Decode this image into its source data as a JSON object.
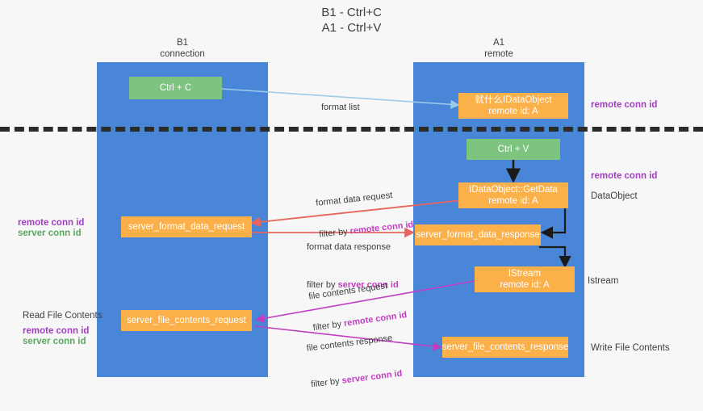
{
  "title": "B1 - Ctrl+C\nA1 - Ctrl+V",
  "columns": [
    {
      "name": "b1",
      "title": "B1\nconnection"
    },
    {
      "name": "a1",
      "title": "A1\nremote"
    }
  ],
  "nodes": {
    "ctrl_c": "Ctrl + C",
    "idataobject": "就什么IDataObject\nremote id: A",
    "ctrl_v": "Ctrl + V",
    "getdata": "IDataObject::GetData\nremote id: A",
    "server_format_data_request": "server_format_data_request",
    "server_format_data_response": "server_format_data_response",
    "istream": "IStream\nremote id: A",
    "server_file_contents_request": "server_file_contents_request",
    "server_file_contents_response": "server_file_contents_response"
  },
  "edges": [
    {
      "name": "format-list",
      "line1": "format list",
      "line2": "",
      "highlight": ""
    },
    {
      "name": "format-data-request",
      "line1": "format data request",
      "line2": "filter by ",
      "highlight": "remote conn id"
    },
    {
      "name": "format-data-response",
      "line1": "format data response",
      "line2": "filter by ",
      "highlight": "server conn id"
    },
    {
      "name": "file-contents-request",
      "line1": "file contents request",
      "line2": "filter by ",
      "highlight": "remote conn id"
    },
    {
      "name": "file-contents-response",
      "line1": "file contents response",
      "line2": "filter by ",
      "highlight": "server conn id"
    }
  ],
  "annotations": {
    "right_remote_conn_id_top": "remote conn id",
    "right_remote_conn_id_middle": "remote conn id",
    "right_dataobject": "DataObject",
    "right_istream": "Istream",
    "right_write_file_contents": "Write File Contents",
    "left_remote_conn_id": "remote conn id",
    "left_server_conn_id": "server conn id",
    "left_read_file_contents": "Read File Contents",
    "left_remote_conn_id_2": "remote conn id",
    "left_server_conn_id_2": "server conn id"
  },
  "colors": {
    "lane": "#4a86d8",
    "green_node": "#7cc47f",
    "orange_node": "#fbb04a",
    "purple": "#a23ec0",
    "green_text": "#5aa85e",
    "arrow_blue": "#9ccbe8",
    "arrow_red": "#e8645c",
    "arrow_magenta": "#c13ec1",
    "arrow_black": "#1a1a1a",
    "separator": "#2b2b2b",
    "background": "#f7f7f7"
  }
}
